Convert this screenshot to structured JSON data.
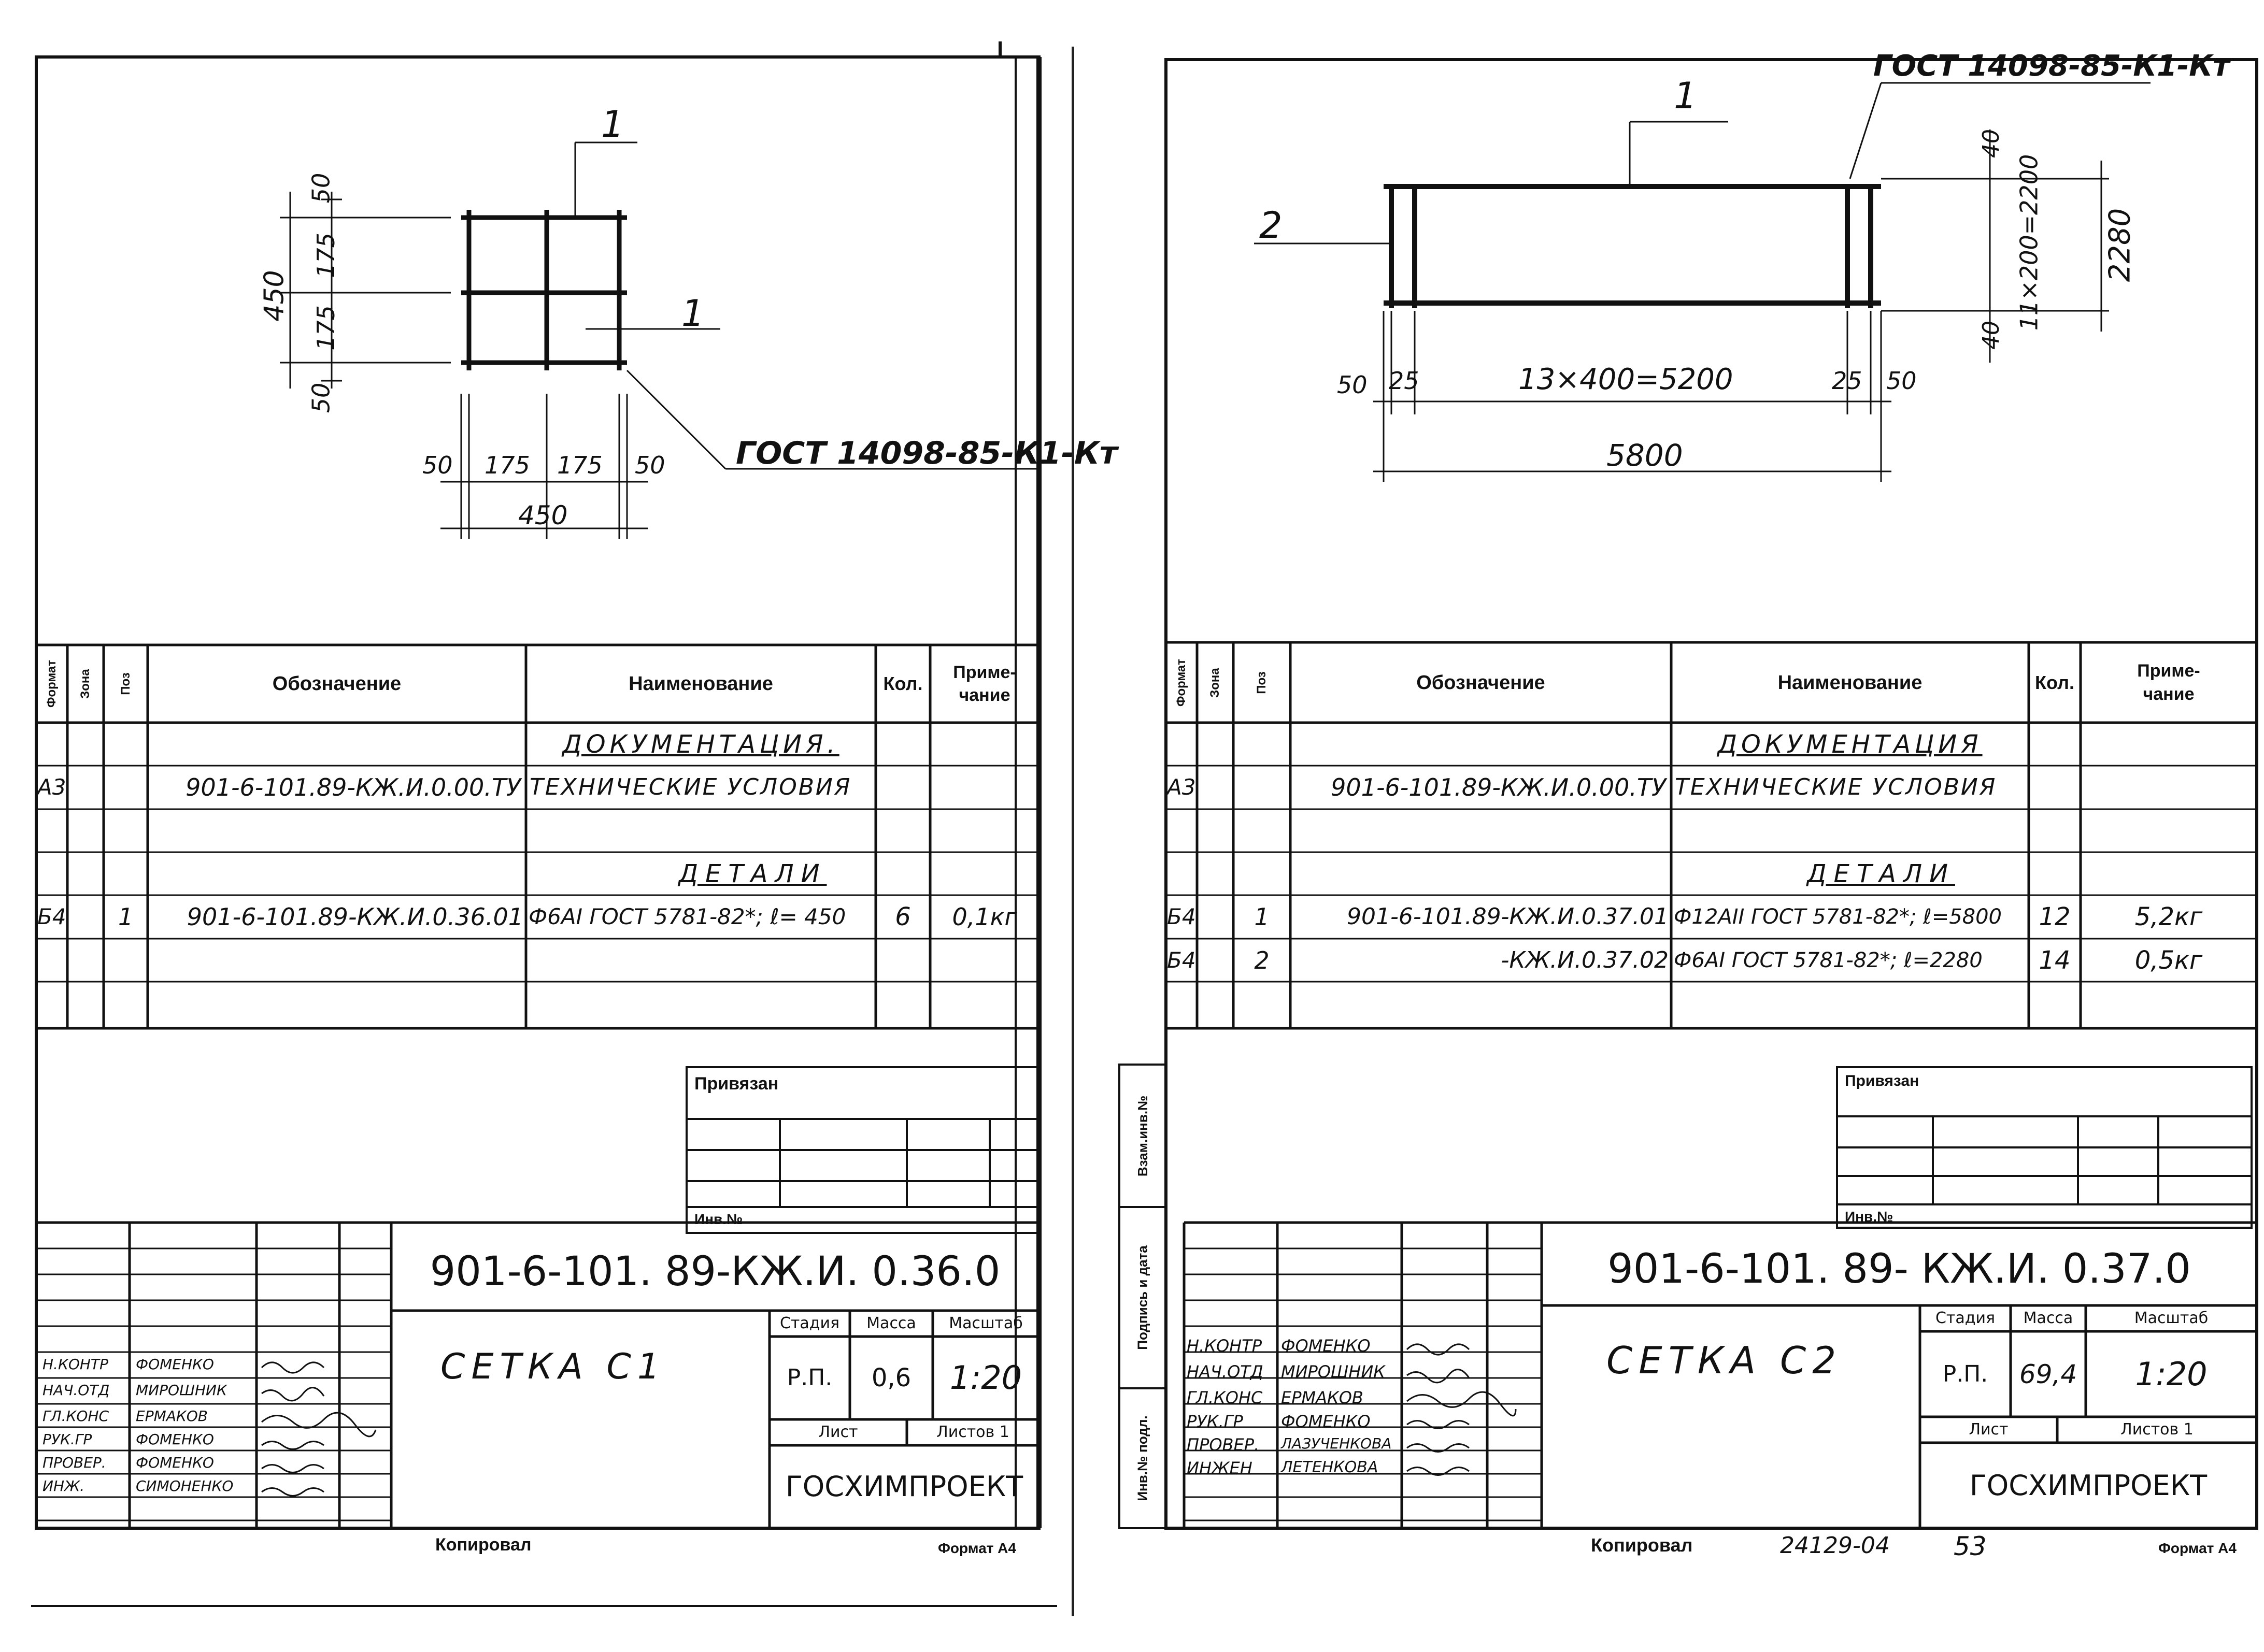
{
  "sheets": [
    {
      "id": "c1",
      "drawing": {
        "callout_mark": "1",
        "callout_mark_2": "1",
        "gost_label": "ГОСТ 14098-85-К1-Кт",
        "dims_vertical": [
          "50",
          "175",
          "175",
          "50"
        ],
        "dim_total_vertical": "450",
        "dims_horizontal": [
          "50",
          "175",
          "175",
          "50"
        ],
        "dim_total_horizontal": "450"
      },
      "spec": {
        "headers": {
          "format": "Формат",
          "zone": "Зона",
          "pos": "Поз",
          "designation": "Обозначение",
          "name": "Наименование",
          "qty": "Кол.",
          "note": "Приме-\nчание"
        },
        "section_docs": "ДОКУМЕНТАЦИЯ.",
        "row_docs": {
          "format": "А3",
          "designation": "901-6-101.89-КЖ.И.0.00.ТУ",
          "name": "ТЕХНИЧЕСКИЕ  УСЛОВИЯ"
        },
        "section_details": "ДЕТАЛИ",
        "rows": [
          {
            "format": "Б4",
            "pos": "1",
            "designation": "901-6-101.89-КЖ.И.0.36.01",
            "name": "Ф6АI ГОСТ 5781-82*; ℓ= 450",
            "qty": "6",
            "note": "0,1кг"
          }
        ]
      },
      "title_block": {
        "bound_label": "Привязан",
        "inv_label": "Инв.№",
        "code": "901-6-101. 89-КЖ.И. 0.36.0",
        "item_name": "СЕТКА  С1",
        "stage_label": "Стадия",
        "mass_label": "Масса",
        "scale_label": "Масштаб",
        "stage": "Р.П.",
        "mass": "0,6",
        "scale": "1:20",
        "sheet_label": "Лист",
        "sheets_label": "Листов 1",
        "org": "ГОСХИМПРОЕКТ",
        "roles": [
          "Н.КОНТР",
          "НАЧ.ОТД",
          "ГЛ.КОНС",
          "РУК.ГР",
          "ПРОВЕР.",
          "ИНЖ."
        ],
        "names": [
          "ФОМЕНКО",
          "МИРОШНИК",
          "ЕРМАКОВ",
          "ФОМЕНКО",
          "ФОМЕНКО",
          "СИМОНЕНКО"
        ]
      },
      "footer": {
        "copied": "Копировал",
        "format": "Формат А4"
      }
    },
    {
      "id": "c2",
      "drawing": {
        "callout_mark": "1",
        "callout_mark_2": "2",
        "gost_label": "ГОСТ 14098-85-К1-Кт",
        "dim_left": "50",
        "dim_left_2": "25",
        "dim_mid": "13×400=5200",
        "dim_right_2": "25",
        "dim_right": "50",
        "dim_total": "5800",
        "dim_v_top": "40",
        "dim_v_mid": "11×200=2200",
        "dim_v_bottom": "40",
        "dim_v_total": "2280"
      },
      "spec": {
        "headers": {
          "format": "Формат",
          "zone": "Зона",
          "pos": "Поз",
          "designation": "Обозначение",
          "name": "Наименование",
          "qty": "Кол.",
          "note": "Приме-\nчание"
        },
        "section_docs": "ДОКУМЕНТАЦИЯ",
        "row_docs": {
          "format": "А3",
          "designation": "901-6-101.89-КЖ.И.0.00.ТУ",
          "name": "ТЕХНИЧЕСКИЕ  УСЛОВИЯ"
        },
        "section_details": "ДЕТАЛИ",
        "rows": [
          {
            "format": "Б4",
            "pos": "1",
            "designation": "901-6-101.89-КЖ.И.0.37.01",
            "name": "Ф12АII ГОСТ 5781-82*; ℓ=5800",
            "qty": "12",
            "note": "5,2кг"
          },
          {
            "format": "Б4",
            "pos": "2",
            "designation": "-КЖ.И.0.37.02",
            "name": "Ф6АI ГОСТ 5781-82*; ℓ=2280",
            "qty": "14",
            "note": "0,5кг"
          }
        ]
      },
      "title_block": {
        "bound_label": "Привязан",
        "inv_label": "Инв.№",
        "code": "901-6-101. 89- КЖ.И. 0.37.0",
        "item_name": "СЕТКА  С2",
        "stage_label": "Стадия",
        "mass_label": "Масса",
        "scale_label": "Масштаб",
        "stage": "Р.П.",
        "mass": "69,4",
        "scale": "1:20",
        "sheet_label": "Лист",
        "sheets_label": "Листов 1",
        "org": "ГОСХИМПРОЕКТ",
        "roles": [
          "Н.КОНТР",
          "НАЧ.ОТД",
          "ГЛ.КОНС",
          "РУК.ГР",
          "ПРОВЕР.",
          "ИНЖЕН"
        ],
        "names": [
          "ФОМЕНКО",
          "МИРОШНИК",
          "ЕРМАКОВ",
          "ФОМЕНКО",
          "ЛАЗУЧЕНКОВА",
          "ЛЕТЕНКОВА"
        ],
        "side_labels": [
          "Взам.инв.№",
          "Подпись и дата",
          "Инв.№ подл."
        ]
      },
      "footer": {
        "copied": "Копировал",
        "order": "24129-04",
        "page": "53",
        "format": "Формат А4"
      }
    }
  ]
}
